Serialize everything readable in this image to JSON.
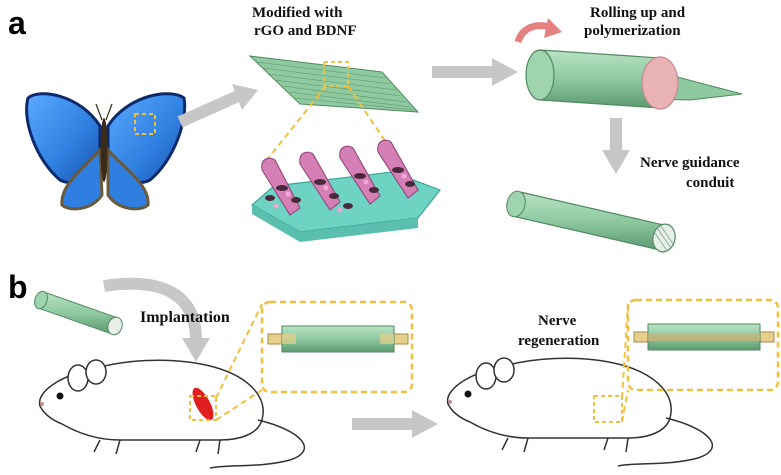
{
  "panels": {
    "a": "a",
    "b": "b"
  },
  "labels": {
    "modified_line1": "Modified with",
    "modified_line2": "rGO and BDNF",
    "rolling_line1": "Rolling up and",
    "rolling_line2": "polymerization",
    "conduit_line1": "Nerve guidance",
    "conduit_line2": "conduit",
    "implantation": "Implantation",
    "regen_line1": "Nerve",
    "regen_line2": "regeneration"
  },
  "colors": {
    "butterfly_blue": "#2f7fe0",
    "butterfly_dark": "#0b2a6b",
    "film_green": "#8fc9a0",
    "film_dark": "#5d9a70",
    "roll_pink": "#e9b3b6",
    "scaffold_pink": "#d47fb6",
    "scaffold_teal": "#6fd3c4",
    "arrow_gray": "#c7c7c7",
    "dash_yellow": "#f0c040",
    "wound_red": "#e02020",
    "curved_arrow_pink": "#e58080"
  },
  "icons": [
    "butterfly-image",
    "film-sheet",
    "scaffold-closeup",
    "rolled-film",
    "conduit-tube",
    "rat-outline"
  ]
}
